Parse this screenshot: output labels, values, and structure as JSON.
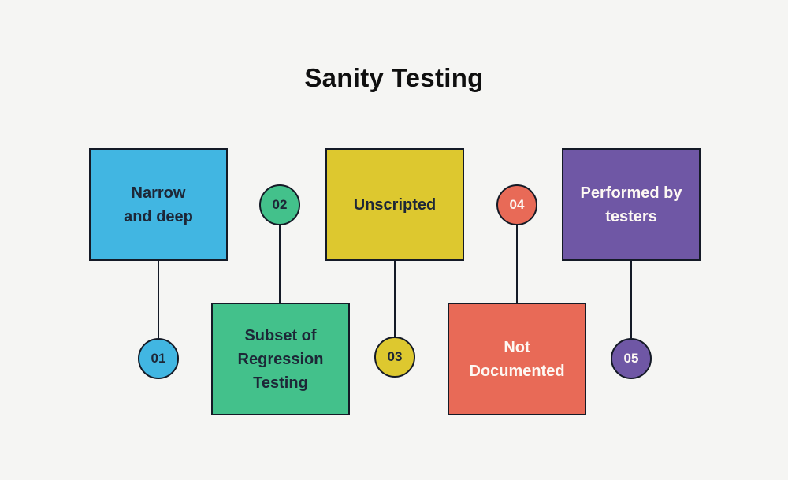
{
  "title": "Sanity Testing",
  "background_color": "#f5f5f3",
  "line_color": "#141a26",
  "dark_text_color": "#1d2737",
  "light_text_color": "#fdf8f3",
  "nodes": [
    {
      "number": "01",
      "label": "Narrow\nand deep",
      "fill": "#41b6e2",
      "text_color": "#1d2737",
      "layout": "box-top"
    },
    {
      "number": "02",
      "label": "Subset of\nRegression\nTesting",
      "fill": "#43c18b",
      "text_color": "#1d2737",
      "layout": "circle-top"
    },
    {
      "number": "03",
      "label": "Unscripted",
      "fill": "#ddc82f",
      "text_color": "#1d2737",
      "layout": "box-top"
    },
    {
      "number": "04",
      "label": "Not\nDocumented",
      "fill": "#e86a57",
      "text_color": "#fdf8f3",
      "layout": "circle-top"
    },
    {
      "number": "05",
      "label": "Performed by\ntesters",
      "fill": "#6f57a5",
      "text_color": "#fdf8f3",
      "layout": "box-top"
    }
  ]
}
